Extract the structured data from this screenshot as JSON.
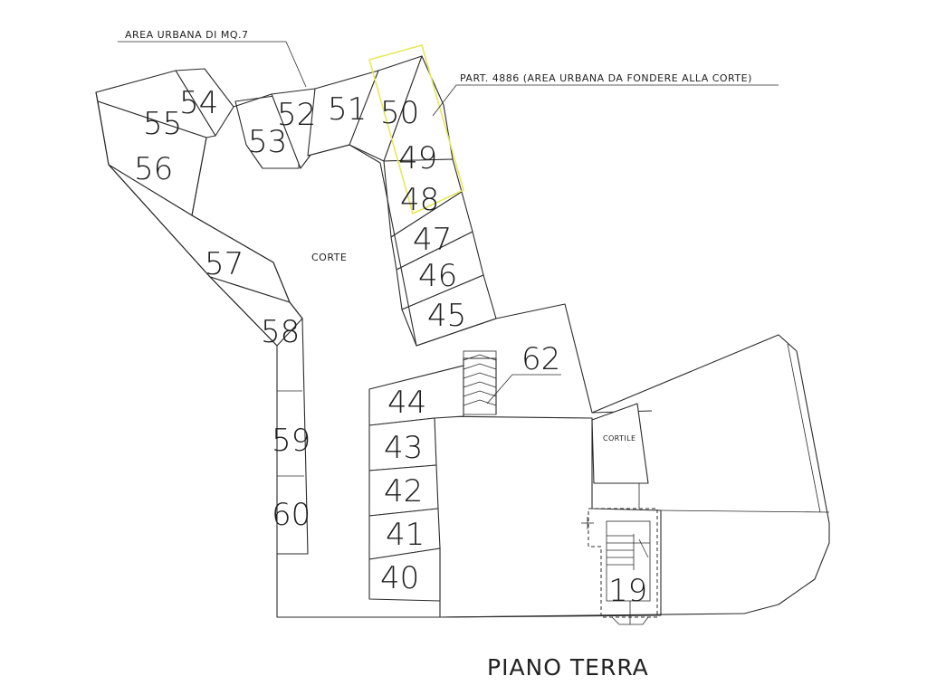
{
  "annotations": {
    "area_urbana": "AREA URBANA DI MQ.7",
    "part": "PART. 4886 (AREA URBANA DA FONDERE ALLA CORTE)"
  },
  "labels": {
    "corte": "CORTE",
    "cortile": "CORTILE",
    "title": "PIANO TERRA"
  },
  "lots": {
    "l40": "40",
    "l41": "41",
    "l42": "42",
    "l43": "43",
    "l44": "44",
    "l45": "45",
    "l46": "46",
    "l47": "47",
    "l48": "48",
    "l49": "49",
    "l50": "50",
    "l51": "51",
    "l52": "52",
    "l53": "53",
    "l54": "54",
    "l55": "55",
    "l56": "56",
    "l57": "57",
    "l58": "58",
    "l59": "59",
    "l60": "60",
    "l62": "62",
    "l19": "19"
  },
  "colors": {
    "line": "#2b2b2b",
    "parcel_highlight": "#e6e85c",
    "background": "#ffffff"
  }
}
